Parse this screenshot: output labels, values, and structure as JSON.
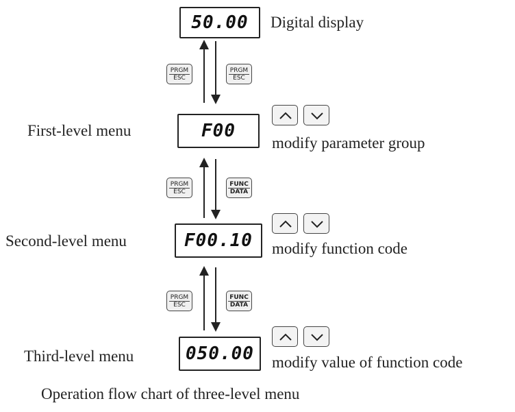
{
  "displays": {
    "digital": "50.00",
    "first": "F00",
    "second": "F00.10",
    "third": "050.00"
  },
  "labels": {
    "digital_display": "Digital display",
    "first_level": "First-level menu",
    "second_level": "Second-level menu",
    "third_level": "Third-level menu",
    "modify_group": "modify parameter group",
    "modify_code": "modify function code",
    "modify_value": "modify value of function code",
    "caption": "Operation flow chart of three-level menu"
  },
  "keys": {
    "prgm_top": "PRGM",
    "prgm_bottom": "ESC",
    "func_top": "FUNC",
    "func_bottom": "DATA",
    "up_icon": "up-arrow-icon",
    "down_icon": "down-arrow-icon"
  }
}
